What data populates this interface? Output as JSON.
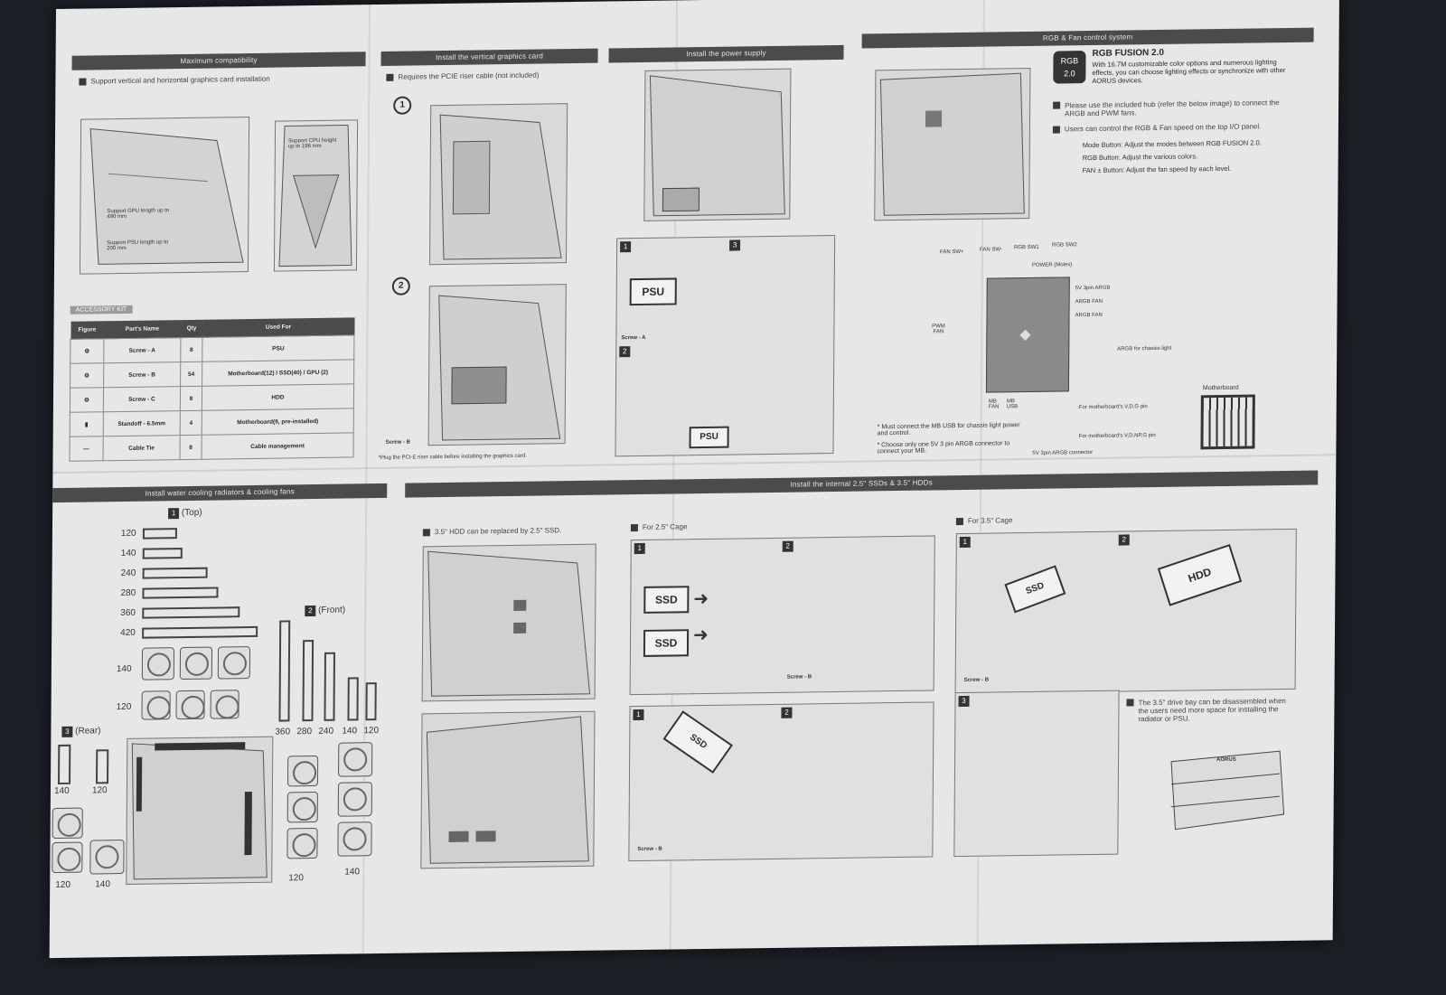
{
  "top": {
    "compat": {
      "title": "Maximum compatibility",
      "note": "Support vertical and horizontal graphics card installation",
      "gpu_label": "Support GPU length up to 490 mm",
      "psu_label": "Support PSU length up to 200 mm",
      "cpu_label": "Support CPU height up to 196 mm"
    },
    "accessory": {
      "tag": "ACCESSORY KIT",
      "headers": [
        "Figure",
        "Part's Name",
        "Qty",
        "Used For"
      ],
      "rows": [
        {
          "name": "Screw - A",
          "qty": "8",
          "use": "PSU"
        },
        {
          "name": "Screw - B",
          "qty": "54",
          "use": "Motherboard(12) / SSD(40) / GPU (2)"
        },
        {
          "name": "Screw - C",
          "qty": "8",
          "use": "HDD"
        },
        {
          "name": "Standoff - 6.5mm",
          "qty": "4",
          "use": "Motherboard(9, pre-installed)"
        },
        {
          "name": "Cable Tie",
          "qty": "8",
          "use": "Cable management"
        }
      ]
    },
    "vgc": {
      "title": "Install the vertical graphics card",
      "note": "Requires the PCIE riser cable (not included)",
      "step1": "1",
      "step2": "2",
      "screw": "Screw - B",
      "footnote": "*Plug the PCI-E riser cable before installing the graphics card."
    },
    "psu": {
      "title": "Install the power supply",
      "psu": "PSU",
      "screw": "Screw - A",
      "s1": "1",
      "s2": "2",
      "s3": "3"
    },
    "rgb": {
      "title": "RGB & Fan control system",
      "logo_top": "RGB",
      "logo_bottom": "2.0",
      "heading": "RGB FUSION 2.0",
      "desc": "With 16.7M customizable color options and numerous lighting effects, you can choose lighting effects or synchronize with other AORUS devices.",
      "b1": "Please use the included hub (refer the below image) to connect the ARGB and PWM fans.",
      "b2": "Users can control the RGB & Fan speed on the top I/O panel.",
      "sub1": "Mode Button: Adjust the modes between RGB FUSION 2.0.",
      "sub2": "RGB Button: Adjust the various colors.",
      "sub3": "FAN ± Button: Adjust the fan speed by each level.",
      "conn": {
        "fan_sw_plus": "FAN SW+",
        "fan_sw_minus": "FAN SW-",
        "rgb_sw1": "RGB SW1",
        "rgb_sw2": "RGB SW2",
        "power": "POWER (Molex)",
        "argb5v": "5V 3pin ARGB",
        "argb_fan1": "ARGB FAN",
        "argb_fan2": "ARGB FAN",
        "pwm_fan": "PWM FAN",
        "argb_chassis": "ARGB for chassis light",
        "mb_fan": "MB FAN",
        "mb_usb": "MB USB",
        "vdg": "For motherboard's V,D,G pin",
        "vdnpg": "For motherboard's V,D,NP,G pin",
        "argb_connector": "5V 3pin ARGB connector",
        "motherboard": "Motherboard"
      },
      "warn1": "* Must connect the MB USB for chassis light power and control.",
      "warn2": "* Choose only one 5V 3 pin ARGB connector to connect your MB."
    }
  },
  "bottom": {
    "water": {
      "title": "Install water cooling radiators & cooling fans",
      "top_label": "(Top)",
      "top_num": "1",
      "top_sizes": [
        "120",
        "140",
        "240",
        "280",
        "360",
        "420"
      ],
      "fan_140": "140",
      "fan_120": "120",
      "front_label": "(Front)",
      "front_num": "2",
      "front_sizes": [
        "360",
        "280",
        "240",
        "140",
        "120"
      ],
      "rear_label": "(Rear)",
      "rear_num": "3",
      "rear_sizes": [
        "140",
        "120"
      ],
      "rear_fans": [
        "120",
        "140"
      ],
      "front_fans": [
        "120",
        "140"
      ]
    },
    "drives": {
      "title": "Install the internal 2.5\" SSDs & 3.5\" HDDs",
      "note1": "3.5\" HDD can be replaced by 2.5\" SSD.",
      "note2": "For 2.5\" Cage",
      "note3": "For 3.5\" Cage",
      "ssd": "SSD",
      "hdd": "HDD",
      "screw_b": "Screw - B",
      "bay_note": "The 3.5\" drive bay can be disassembled when the users need more space for installing the radiator or PSU.",
      "brand": "AORUS",
      "s1": "1",
      "s2": "2",
      "s3": "3"
    }
  }
}
